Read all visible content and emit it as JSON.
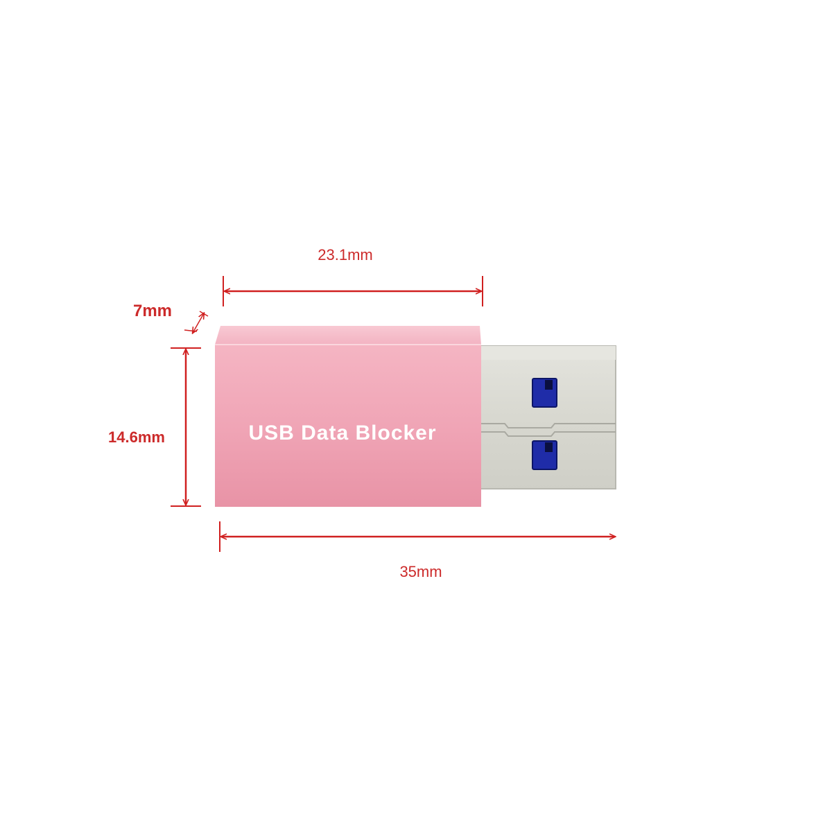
{
  "product": {
    "body_label": "USB Data Blocker",
    "body_color": "#f0a7b7",
    "plug_color": "#dcdcd4",
    "contact_color": "#1f2ca8"
  },
  "dimensions": {
    "connector_length": "23.1mm",
    "depth": "7mm",
    "height": "14.6mm",
    "total_length": "35mm",
    "line_color": "#d02020"
  }
}
